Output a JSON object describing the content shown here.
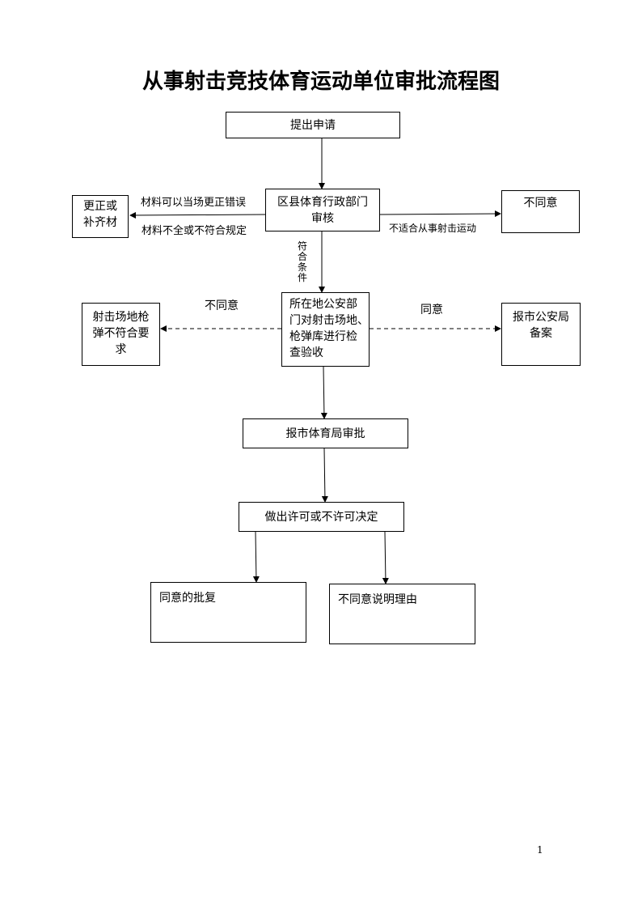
{
  "title": "从事射击竞技体育运动单位审批流程图",
  "nodes": {
    "submit": "提出申请",
    "district_review_line1": "区县体育行政部门",
    "district_review_line2": "审核",
    "correct_line1": "更正或",
    "correct_line2": "补齐材",
    "disagree_top": "不同意",
    "police_line1": "所在地公安部",
    "police_line2": "门对射击场地、",
    "police_line3": "枪弹库进行检",
    "police_line4": "查验收",
    "range_fail_line1": "射击场地枪",
    "range_fail_line2": "弹不符合要",
    "range_fail_line3": "求",
    "report_police_line1": "报市公安局",
    "report_police_line2": "备案",
    "city_sports": "报市体育局审批",
    "decision": "做出许可或不许可决定",
    "approve_reply": "同意的批复",
    "reject_reason": "不同意说明理由"
  },
  "edge_labels": {
    "correct_on_site": "材料可以当场更正错误",
    "incomplete": "材料不全或不符合规定",
    "unsuitable": "不适合从事射击运动",
    "qualified": [
      "符",
      "合",
      "条",
      "件"
    ],
    "disagree": "不同意",
    "agree": "同意"
  },
  "page_number": "1"
}
